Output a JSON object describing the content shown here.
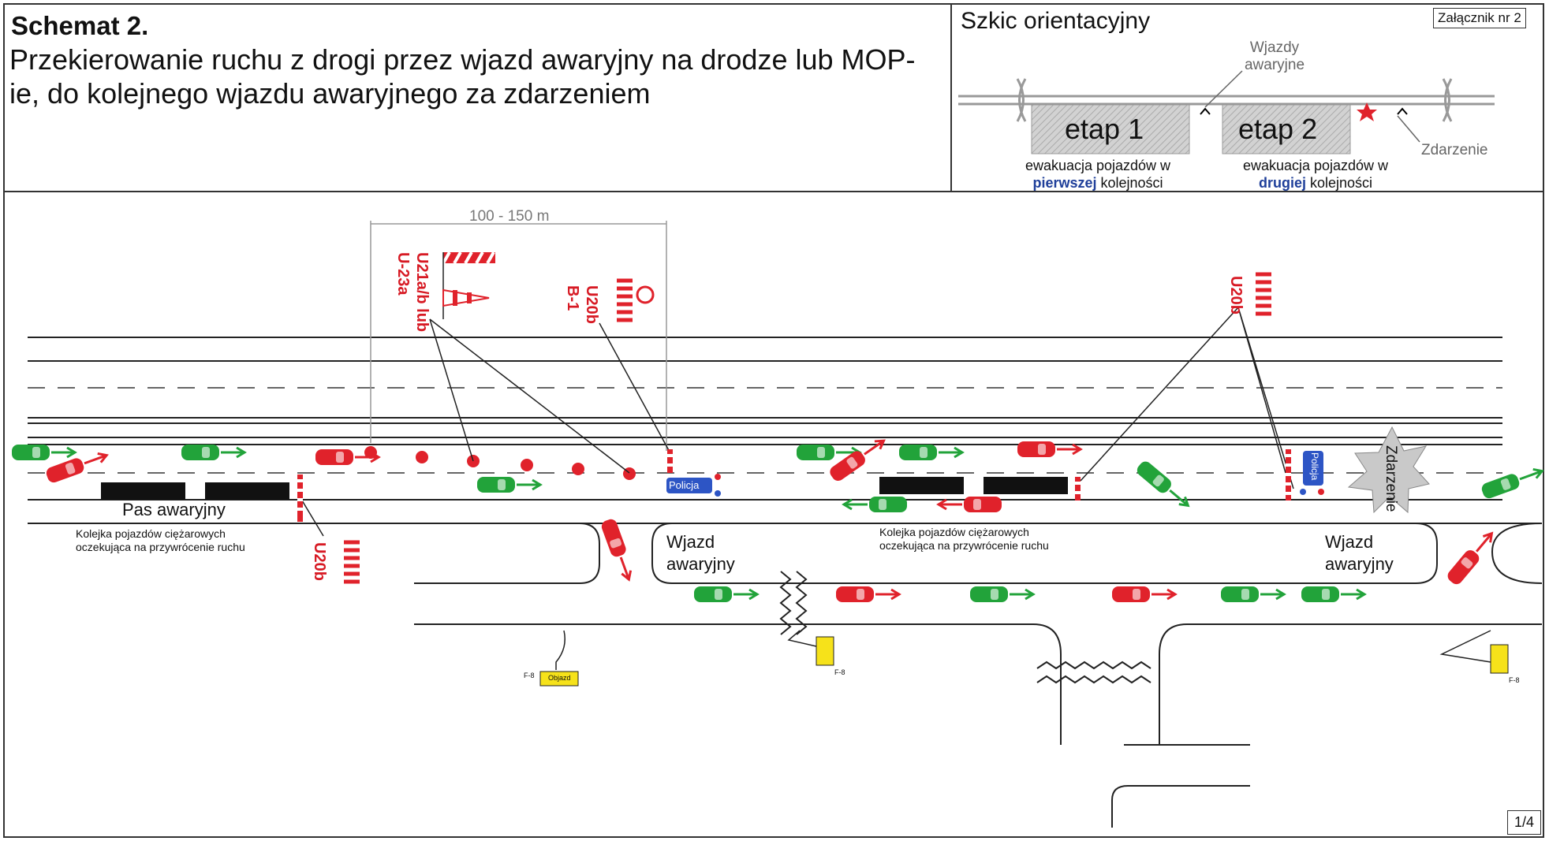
{
  "header": {
    "title": "Schemat 2.",
    "subtitle": "Przekierowanie ruchu z drogi przez wjazd awaryjny na drodze lub MOP-ie, do kolejnego wjazdu awaryjnego za zdarzeniem",
    "attachment_label": "Załącznik nr 2"
  },
  "sketch": {
    "title": "Szkic orientacyjny",
    "wjazdy_line1": "Wjazdy",
    "wjazdy_line2": "awaryjne",
    "stage1": "etap 1",
    "stage2": "etap 2",
    "incident": "Zdarzenie",
    "stage1_caption_line1": "ewakuacja pojazdów w",
    "stage1_caption_emph": "pierwszej",
    "stage1_caption_rest": " kolejności",
    "stage2_caption_line1": "ewakuacja pojazdów w",
    "stage2_caption_emph": "drugiej",
    "stage2_caption_rest": " kolejności"
  },
  "main": {
    "distance_label": "100 - 150 m",
    "sign_u21": "U21a/b lub",
    "sign_u23": "U-23a",
    "sign_u20b_b1_a": "U20b",
    "sign_u20b_b1_b": "B-1",
    "sign_u20b_right": "U20b",
    "sign_u20b_left": "U20b",
    "pas_awaryjny": "Pas awaryjny",
    "queue_left_1": "Kolejka pojazdów ciężarowych",
    "queue_left_2": "oczekująca na przywrócenie ruchu",
    "queue_right_1": "Kolejka pojazdów ciężarowych",
    "queue_right_2": "oczekująca na przywrócenie ruchu",
    "wjazd_left_1": "Wjazd",
    "wjazd_left_2": "awaryjny",
    "wjazd_right_1": "Wjazd",
    "wjazd_right_2": "awaryjny",
    "policja_left": "Policja",
    "policja_right": "Policja",
    "zdarzenie": "Zdarzenie",
    "sign_f8_a": "F-8",
    "sign_f8_b": "F-8",
    "sign_f8_c": "F-8",
    "detour_text": "Objazd"
  },
  "colors": {
    "red": "#e0222b",
    "green": "#22a33a",
    "blue_emph": "#1f3f9a",
    "police_blue": "#2d55c5",
    "sign_yellow": "#f6e21a",
    "incident_gray": "#c9c9c9",
    "stage_gray": "#c8c8c8"
  },
  "page_number": "1/4"
}
